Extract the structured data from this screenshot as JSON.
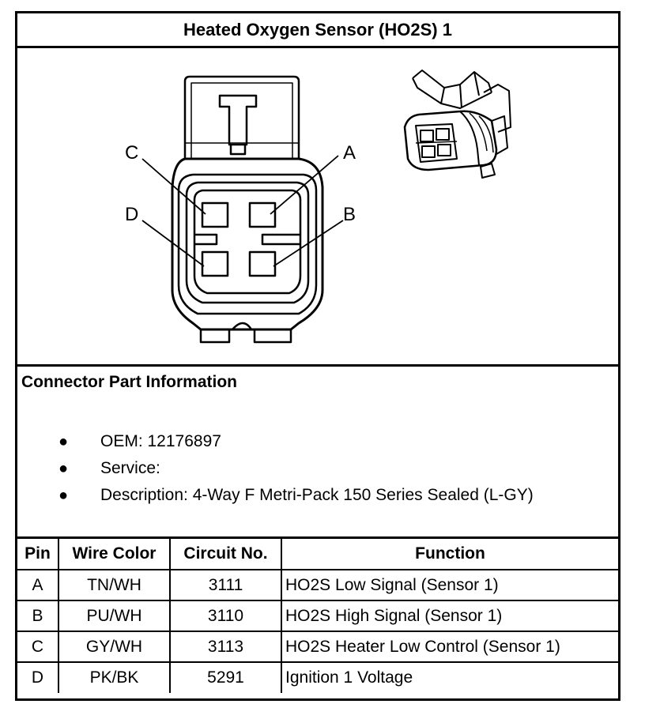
{
  "title": "Heated Oxygen Sensor (HO2S) 1",
  "diagram": {
    "callouts": [
      "C",
      "A",
      "D",
      "B"
    ],
    "connector_color": "#000000"
  },
  "connector_info": {
    "heading": "Connector Part Information",
    "items": [
      "OEM: 12176897",
      "Service:",
      "Description: 4-Way F Metri-Pack 150 Series Sealed (L-GY)"
    ]
  },
  "pin_table": {
    "headers": [
      "Pin",
      "Wire Color",
      "Circuit No.",
      "Function"
    ],
    "rows": [
      [
        "A",
        "TN/WH",
        "3111",
        "HO2S Low Signal (Sensor 1)"
      ],
      [
        "B",
        "PU/WH",
        "3110",
        "HO2S High Signal (Sensor 1)"
      ],
      [
        "C",
        "GY/WH",
        "3113",
        "HO2S Heater Low Control (Sensor 1)"
      ],
      [
        "D",
        "PK/BK",
        "5291",
        "Ignition 1 Voltage"
      ]
    ]
  }
}
